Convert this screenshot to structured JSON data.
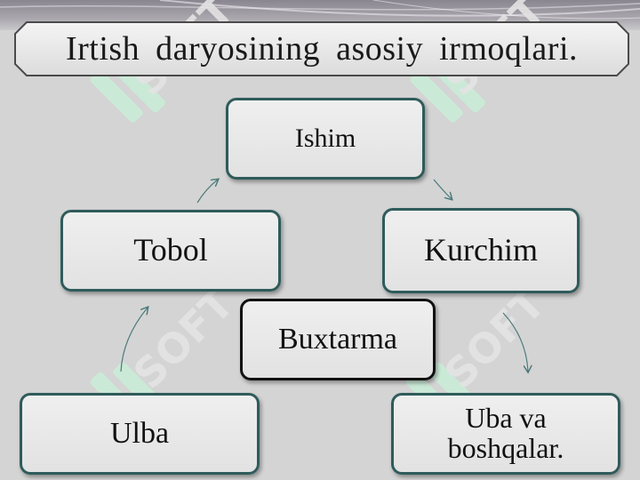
{
  "title": "Irtish  daryosining  asosiy  irmoqlari.",
  "nodes": {
    "ishim": "Ishim",
    "tobol": "Tobol",
    "kurchim": "Kurchim",
    "buxtarma": "Buxtarma",
    "ulba": "Ulba",
    "uba_line1": "Uba va",
    "uba_line2": "boshqalar."
  },
  "colors": {
    "background": "#d4d4d4",
    "node_border": "#2f5b5b",
    "center_border": "#111111",
    "watermark": "#c8f0d8"
  },
  "watermark_icon": "soft-logo-watermark"
}
